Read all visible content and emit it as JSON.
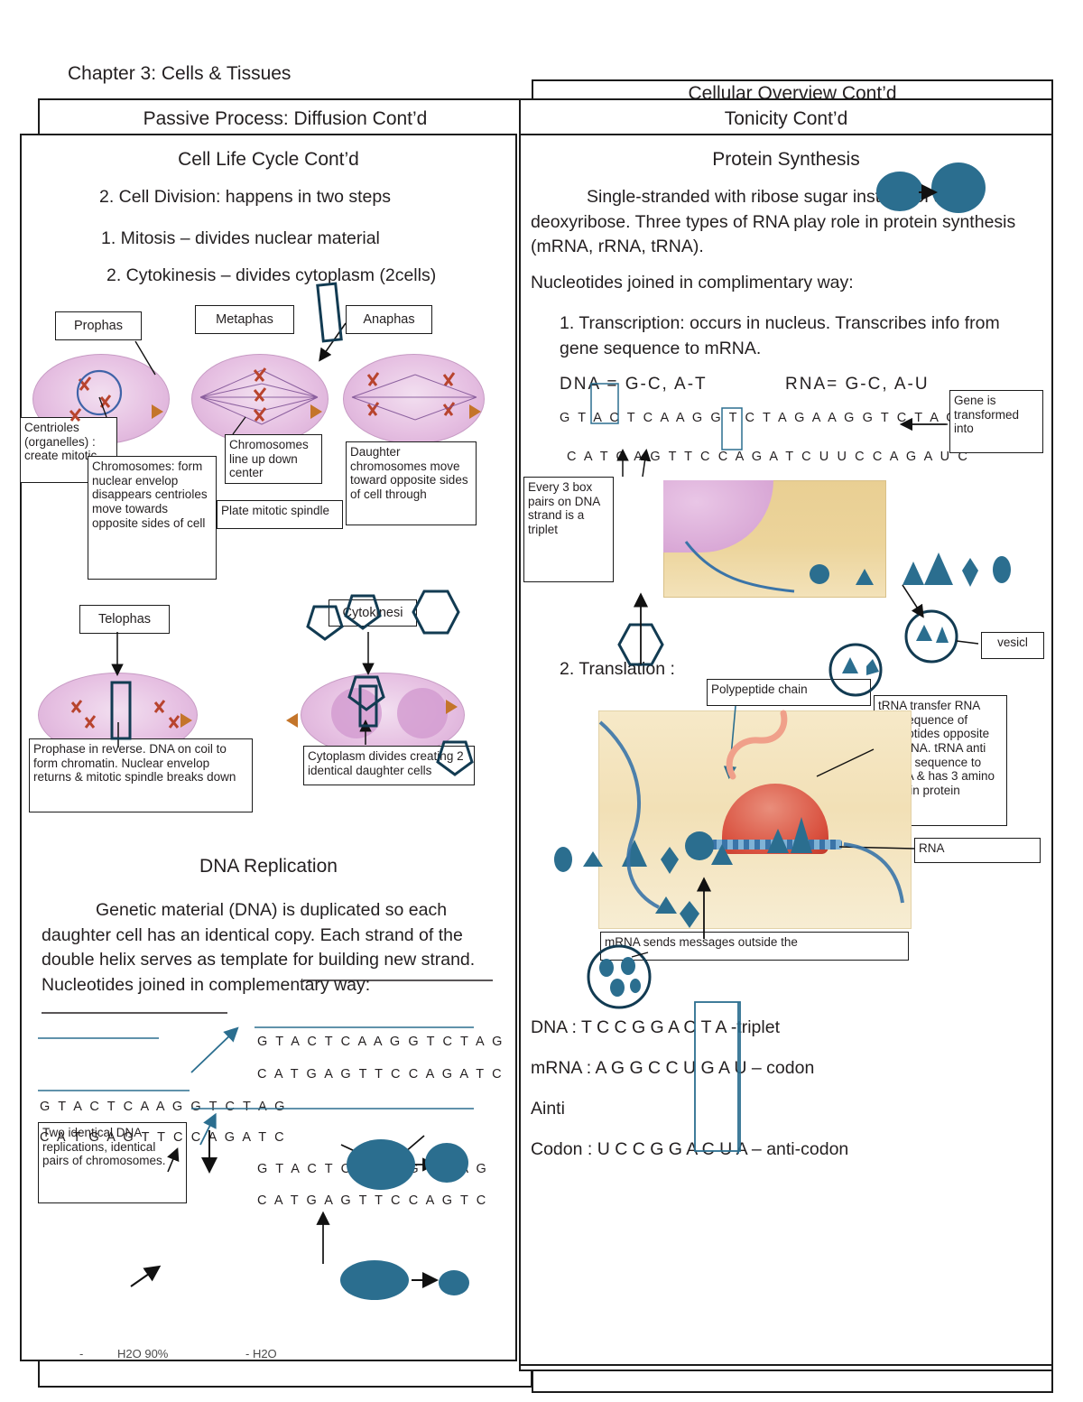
{
  "document": {
    "chapter_title": "Chapter 3: Cells & Tissues",
    "headers": {
      "back_right": "Cellular Overview Cont’d",
      "left_tab": "Passive Process: Diffusion Cont’d",
      "right_tab": "Tonicity Cont’d"
    }
  },
  "left_page": {
    "title": "Cell Life Cycle Cont’d",
    "lines": [
      "2. Cell Division: happens in two steps",
      "1. Mitosis – divides nuclear material",
      "2. Cytokinesis – divides cytoplasm (2cells)"
    ],
    "stage_labels": [
      "Prophas",
      "Metaphas",
      "Anaphas",
      "Telophas",
      "Cytokinesi"
    ],
    "callouts": [
      "Centrioles (organelles) : create mitotic",
      "Chromosomes: form nuclear envelop disappears centrioles move towards opposite sides of cell",
      "Chromosomes line up down center",
      "Plate mitotic spindle",
      "Daughter chromosomes move toward opposite sides of cell through",
      "Prophase in reverse. DNA on coil to form chromatin. Nuclear envelop returns & mitotic spindle breaks down",
      "Cytoplasm divides creating 2 identical daughter cells",
      "Two identical DNA replications, identical pairs of chromosomes."
    ],
    "dna_section": {
      "title": "DNA Replication",
      "paragraph": "Genetic material (DNA) is duplicated so each daughter cell has an identical copy.  Each strand of the double helix serves as template for building new strand. Nucleotides joined in complementary way:",
      "sequences": [
        "G T A C T C A A G G T C T A G",
        "C A T G A G T T C C A G A T C",
        "G T A C T C A A G G T C T A G",
        "C A T G A G T T C C A G A T C",
        "G T A C T C A A G G T C A G",
        "C A T G A G T T C C A G T C"
      ]
    },
    "footer": {
      "left": "-",
      "middle": "H2O 90%",
      "right": "- H2O"
    }
  },
  "right_page": {
    "title": "Protein Synthesis",
    "paragraphs": [
      "Single-stranded with ribose sugar instead of a deoxyribose.  Three types of RNA play role in protein synthesis (mRNA, rRNA, tRNA).",
      "Nucleotides joined in complimentary way:"
    ],
    "numbered": [
      "1. Transcription: occurs in nucleus. Transcribes info from gene sequence to mRNA.",
      "2. Translation :"
    ],
    "pairing": {
      "dna": "DNA = G-C, A-T",
      "rna": "RNA= G-C, A-U"
    },
    "sequences": [
      "G T A C T C A A G G T C T A G  A A G G T C T A G",
      "C A T G A G T T C C A G A T C  U U C C A G A U C"
    ],
    "callouts": [
      "Gene is transformed into",
      "Every 3 box pairs on DNA strand is a triplet",
      "vesicl",
      "Polypeptide chain",
      "tRNA transfer RNA has sequence of nucleotides opposite to mRNA. tRNA anti codon sequence to mRNA & has 3 amino acids in protein",
      "RNA",
      "mRNA sends messages outside the"
    ],
    "codon_lines": [
      "DNA :    T C C G G A C T A -triplet",
      "mRNA : A G G C C U G A U – codon",
      "Ainti",
      "Codon : U C C G G A C U A – anti-codon"
    ]
  },
  "colors": {
    "ink": "#231f20",
    "border": "#1b1b1b",
    "teal": "#2b6e8f",
    "cell_pink": "#e3b8de",
    "cell_pink_light": "#efd4ec",
    "highlight_blue": "#2f6f96",
    "tan": "#e8cf92",
    "cream": "#f6e7c2"
  }
}
